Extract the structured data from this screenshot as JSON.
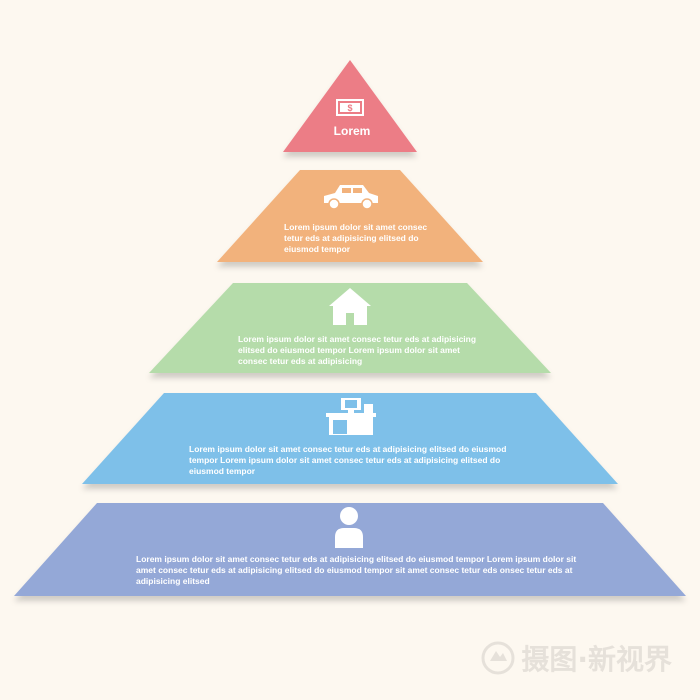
{
  "colors": {
    "background": "#fdf8f0",
    "tier1": "#ec7d86",
    "tier2": "#f2b27c",
    "tier3": "#b5dcaa",
    "tier4": "#7ec0e9",
    "tier5": "#94a8d7"
  },
  "tiers": [
    {
      "icon": "money-icon",
      "title": "Lorem",
      "text": ""
    },
    {
      "icon": "car-icon",
      "title": "",
      "text": "Lorem ipsum dolor sit amet   consec\ntetur eds at adipisicing elitsed do\neiusmod tempor"
    },
    {
      "icon": "house-icon",
      "title": "",
      "text": "Lorem ipsum dolor sit amet   consec tetur eds at adipisicing\nelitsed do eiusmod tempor Lorem ipsum dolor sit amet\nconsec tetur eds at adipisicing"
    },
    {
      "icon": "desk-icon",
      "title": "",
      "text": "Lorem ipsum dolor sit amet    consec tetur eds at adipisicing elitsed do eiusmod\ntempor Lorem ipsum dolor sit amet    consec tetur eds at adipisicing elitsed do\neiusmod tempor"
    },
    {
      "icon": "person-icon",
      "title": "",
      "text": "Lorem ipsum dolor sit amet   consec tetur eds at adipisicing elitsed do eiusmod tempor Lorem ipsum dolor sit\namet   consec tetur eds at adipisicing elitsed do eiusmod tempor sit amet   consec tetur eds onsec tetur eds at\nadipisicing elitsed"
    }
  ],
  "watermark": {
    "text": "摄图·新视界"
  }
}
